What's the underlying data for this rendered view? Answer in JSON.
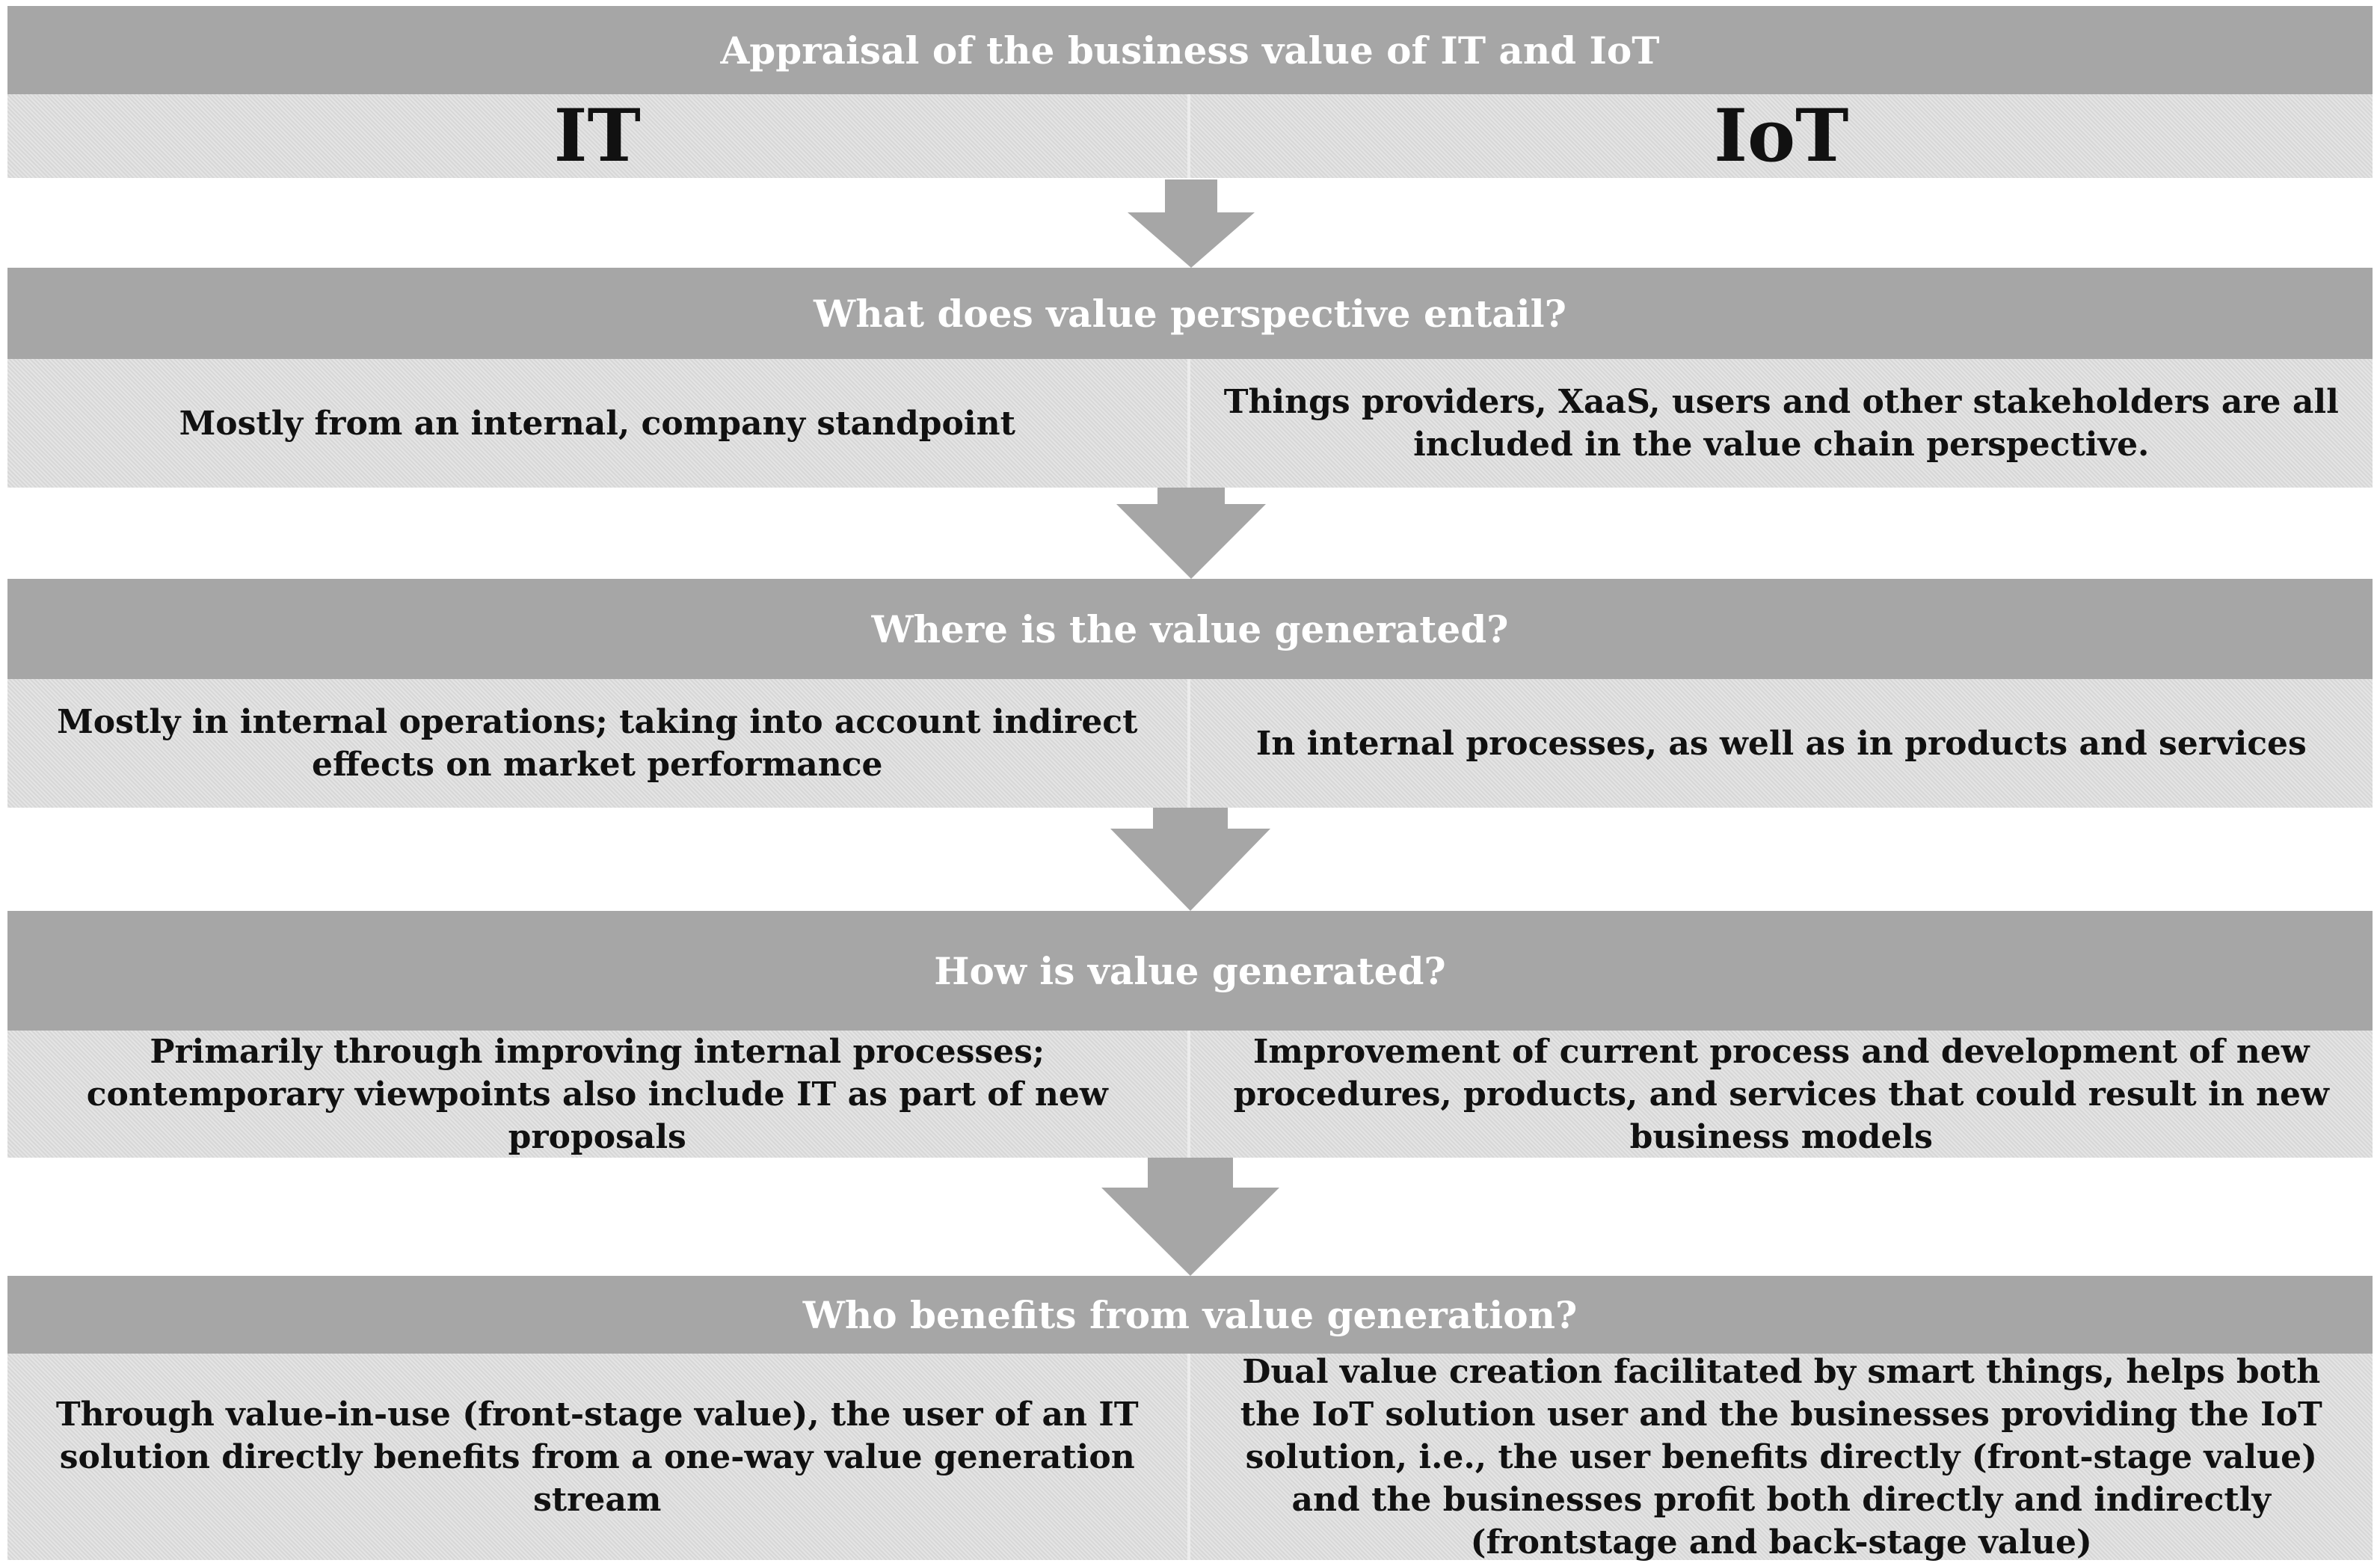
{
  "title": "Appraisal of the business value of IT and IoT",
  "columns": {
    "left": "IT",
    "right": "IoT"
  },
  "sections": [
    {
      "question": "What does value perspective entail?",
      "it": "Mostly from an internal, company standpoint",
      "iot": "Things providers, XaaS, users and other stakeholders are all included in the value chain perspective."
    },
    {
      "question": "Where is the value generated?",
      "it": "Mostly in internal operations; taking into account indirect effects on market performance",
      "iot": "In internal processes, as well as in products and services"
    },
    {
      "question": "How is value generated?",
      "it": "Primarily through improving internal processes; contemporary viewpoints also include IT as part of new proposals",
      "iot": "Improvement of current process and development of new procedures, products, and services that could result in new business models"
    },
    {
      "question": "Who benefits from value generation?",
      "it": "Through value-in-use (front-stage value), the user of an IT solution directly benefits from a one-way value generation stream",
      "iot": "Dual value creation facilitated by smart things,  helps both the IoT solution user and the businesses providing the IoT solution, i.e., the user benefits directly (front-stage value) and the businesses profit both directly and indirectly (frontstage and back-stage value)"
    }
  ],
  "colors": {
    "band": "#a6a6a6",
    "cell": "#dedede",
    "arrow": "#a6a6a6",
    "band_text": "#ffffff",
    "cell_text": "#111111"
  }
}
